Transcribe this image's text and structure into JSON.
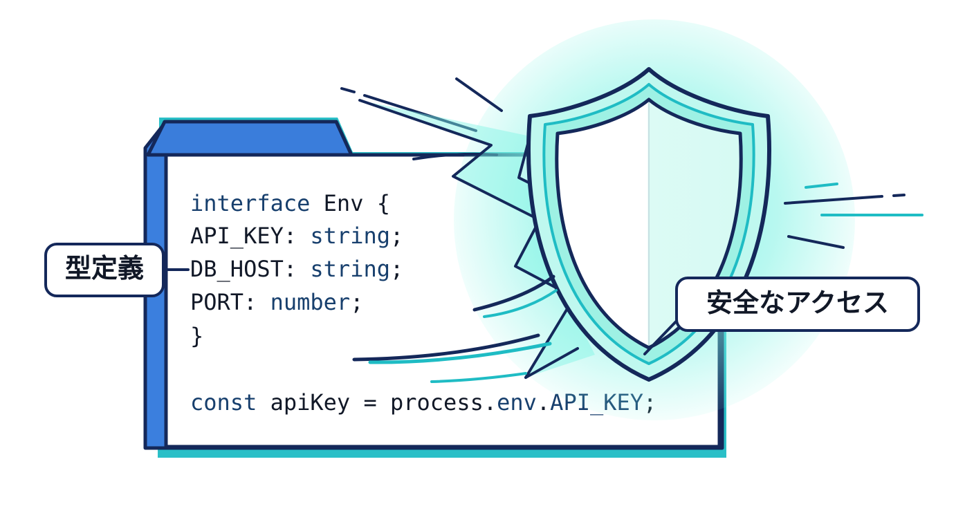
{
  "colors": {
    "navy": "#14285a",
    "folder_blue": "#3b7fde",
    "folder_tab": "#3a7ddb",
    "teal": "#1fbcc4",
    "shield_glow": "#7ff3e4",
    "keyword": "#173f6d",
    "code_text": "#111827",
    "label_bg": "#ffffff"
  },
  "icons": {
    "folder": "folder-icon",
    "shield": "shield-icon"
  },
  "code": {
    "line1": {
      "keyword": "interface",
      "name": " Env {"
    },
    "line2": {
      "indent": "  ",
      "key": "API_KEY:",
      "type": " string",
      "punct": ";"
    },
    "line3": {
      "indent": "  ",
      "key": "DB_HOST:",
      "type": " string",
      "punct": ";"
    },
    "line4": {
      "indent": "  ",
      "key": "PORT:",
      "type": " number",
      "punct": ";"
    },
    "line5": "}",
    "line6": {
      "keyword": "const",
      "rest": " apiKey = process.",
      "env": "env",
      "dot": ".",
      "api": "API_KEY",
      "semi": ";"
    }
  },
  "labels": {
    "left": "型定義",
    "right": "安全なアクセス"
  }
}
